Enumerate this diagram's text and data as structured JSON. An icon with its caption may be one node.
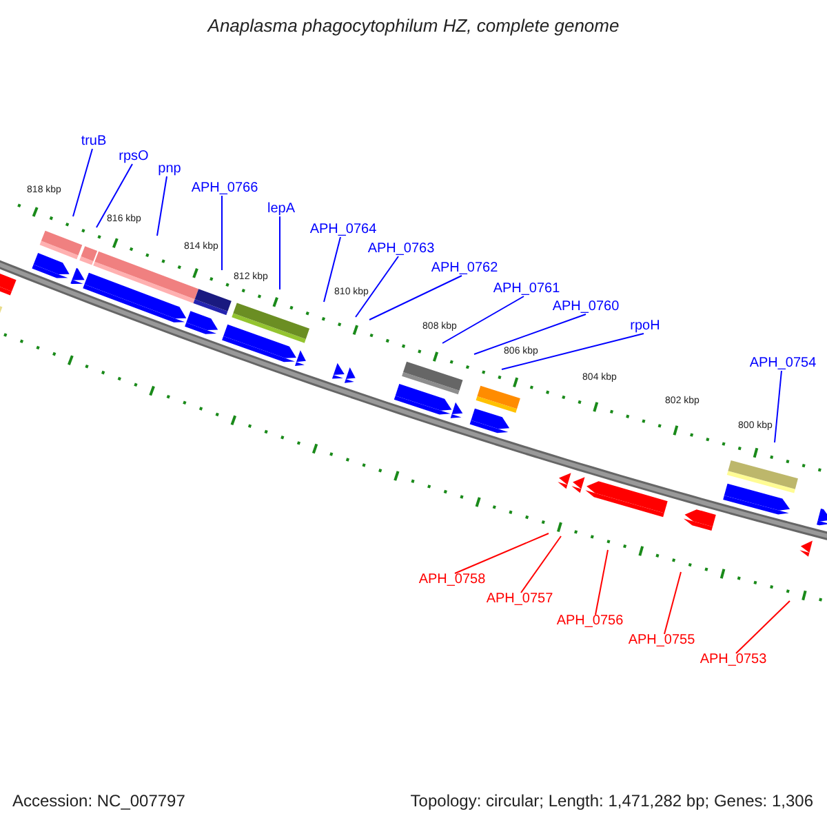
{
  "diagram": {
    "title": "Anaplasma phagocytophilum HZ, complete genome",
    "nodes": [
      {
        "text": [
          "truB"
        ]
      },
      {
        "text": [
          "rpsO"
        ]
      },
      {
        "text": [
          "pnp"
        ]
      },
      {
        "text": [
          "APH_0766"
        ]
      },
      {
        "text": [
          "lepA"
        ]
      },
      {
        "text": [
          "APH_0764"
        ]
      },
      {
        "text": [
          "APH_0763"
        ]
      },
      {
        "text": [
          "APH_0762"
        ]
      },
      {
        "text": [
          "APH_0761"
        ]
      },
      {
        "text": [
          "APH_0760"
        ]
      },
      {
        "text": [
          "rpoH"
        ]
      },
      {
        "text": [
          "APH_0754"
        ]
      },
      {
        "text": [
          "APH_0758"
        ]
      },
      {
        "text": [
          "APH_0757"
        ]
      },
      {
        "text": [
          "APH_0756"
        ]
      },
      {
        "text": [
          "APH_0755"
        ]
      },
      {
        "text": [
          "APH_0753"
        ]
      }
    ],
    "edges": [
      {
        "from": 0,
        "to": null,
        "arrow": "none"
      },
      {
        "from": 1,
        "to": null,
        "arrow": "none"
      },
      {
        "from": 2,
        "to": null,
        "arrow": "none"
      },
      {
        "from": 3,
        "to": null,
        "arrow": "none"
      },
      {
        "from": 4,
        "to": null,
        "arrow": "none"
      },
      {
        "from": 5,
        "to": null,
        "arrow": "none"
      },
      {
        "from": 6,
        "to": null,
        "arrow": "none"
      },
      {
        "from": 7,
        "to": null,
        "arrow": "none"
      },
      {
        "from": 8,
        "to": null,
        "arrow": "none"
      },
      {
        "from": 9,
        "to": null,
        "arrow": "none"
      },
      {
        "from": 10,
        "to": null,
        "arrow": "none"
      },
      {
        "from": 11,
        "to": null,
        "arrow": "none"
      },
      {
        "from": 12,
        "to": null,
        "arrow": "none",
        "color": "#ff0000"
      },
      {
        "from": 13,
        "to": null,
        "arrow": "none",
        "color": "#ff0000"
      },
      {
        "from": 14,
        "to": null,
        "arrow": "none",
        "color": "#ff0000"
      },
      {
        "from": 15,
        "to": null,
        "arrow": "none",
        "color": "#ff0000"
      },
      {
        "from": 16,
        "to": null,
        "arrow": "none",
        "color": "#ff0000"
      }
    ],
    "labels": [
      "818 kbp",
      "816 kbp",
      "814 kbp",
      "812 kbp",
      "810 kbp",
      "808 kbp",
      "806 kbp",
      "804 kbp",
      "802 kbp",
      "800 kbp",
      "Accession: NC_007797",
      "Topology: circular; Length: 1,471,282 bp; Genes: 1,306"
    ]
  }
}
